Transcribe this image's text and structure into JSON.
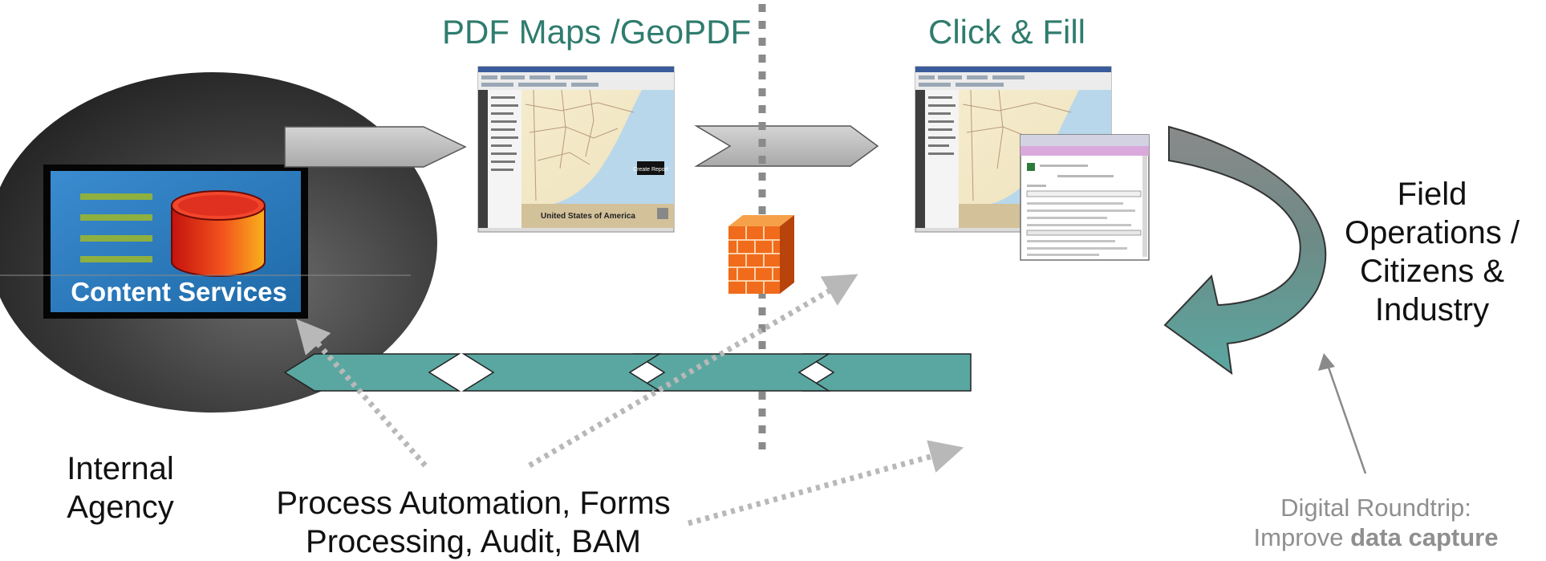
{
  "titles": {
    "pdf_maps": "PDF Maps /GeoPDF",
    "click_fill": "Click & Fill"
  },
  "content_services": {
    "label": "Content Services"
  },
  "screenshots": {
    "map_caption": "United States of America",
    "report_button": "Create Report"
  },
  "labels": {
    "internal_agency": [
      "Internal",
      "Agency"
    ],
    "field_operations": [
      "Field",
      "Operations /",
      "Citizens &",
      "Industry"
    ],
    "process_automation": [
      "Process Automation, Forms",
      "Processing, Audit, BAM"
    ],
    "digital_roundtrip_line1": "Digital Roundtrip:",
    "digital_roundtrip_prefix": "Improve ",
    "digital_roundtrip_bold": "data capture"
  },
  "colors": {
    "title_teal": "#2f7c6e",
    "return_arrow_teal": "#5aa7a1",
    "outbound_arrow_gray": "#c6c6c6",
    "firewall_orange": "#f06b1b",
    "db_red": "#d9231c",
    "panel_blue": "#2f7fc0"
  },
  "icons": [
    "firewall-icon",
    "database-icon",
    "list-lines-icon"
  ]
}
